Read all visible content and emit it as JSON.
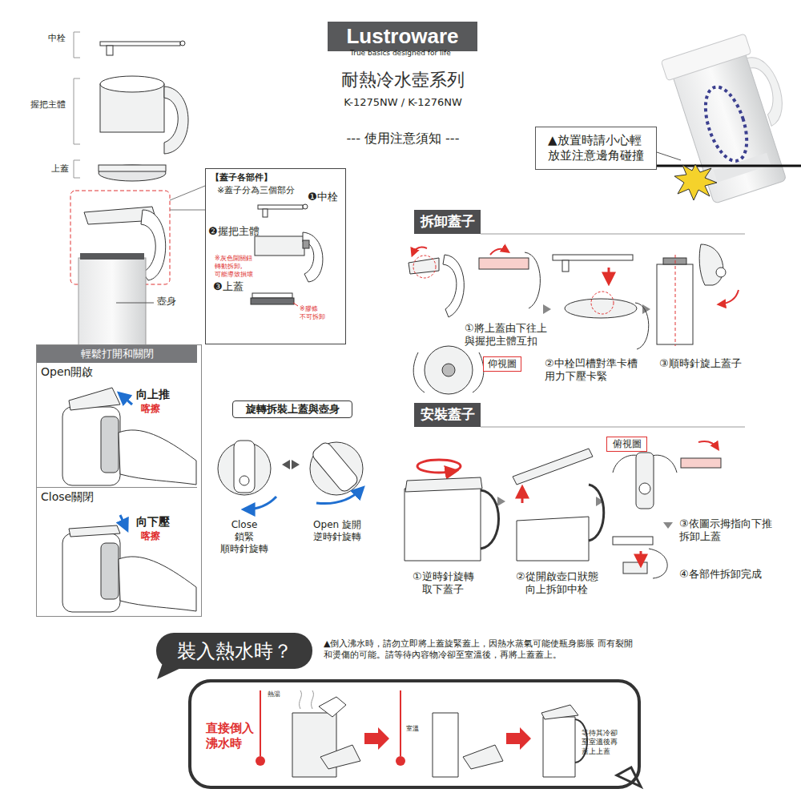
{
  "diagram": {
    "title": "耐熱冷水壺系列",
    "nodes": [
      {
        "text": [
          "Lustroware"
        ]
      },
      {
        "text": [
          "▲放置時請小心輕 放並注意邊角碰撞"
        ]
      },
      {
        "text": [
          "【蓋子各部件】",
          "※蓋子分為三個部分"
        ]
      },
      {
        "text": [
          "輕鬆打開和關閉"
        ]
      },
      {
        "text": [
          "Open開啟"
        ],
        "in": 3
      },
      {
        "text": [
          "Close關閉"
        ],
        "in": 3
      },
      {
        "text": [
          "旋轉拆裝上蓋與壺身"
        ]
      },
      {
        "text": [
          "拆卸蓋子"
        ]
      },
      {
        "text": [
          "仰視圖"
        ]
      },
      {
        "text": [
          "安裝蓋子"
        ]
      },
      {
        "text": [
          "俯視圖"
        ]
      },
      {
        "text": [
          "裝入熱水時？"
        ]
      },
      {
        "text": [
          "直接倒入 沸水時",
          "等待其冷卻 至室溫後再 蓋上上蓋"
        ]
      }
    ],
    "labels": [
      "True basics designed for life",
      "K-1275NW / K-1276NW",
      "--- 使用注意須知 ---",
      "中栓",
      "握把主體",
      "上蓋",
      "❶中栓",
      "❷握把主體",
      "※灰色開關鈕 轉動拆卸,可能導致損壞",
      "❸上蓋",
      "※膠條 不可拆卸",
      "壺身",
      "向上推",
      "喀擦",
      "向下壓",
      "喀擦",
      "Close 鎖緊 順時針旋轉",
      "Open 旋開 逆時針旋轉",
      "①將上蓋由下往上 與握把主體互扣",
      "②中栓凹槽對準卡槽 用力下壓卡緊",
      "③順時針旋上蓋子",
      "①逆時針旋轉 取下蓋子",
      "②從開啟壺口狀態 向上拆卸中栓",
      "③依圖示拇指向下推 拆卸上蓋",
      "④各部件拆卸完成",
      "▲倒入沸水時，請勿立即將上蓋旋緊蓋上，因熱水蒸氣可能使瓶身膨脹 而有裂開和燙傷的可能。請等待內容物冷卻至室溫後，再將上蓋蓋上。",
      "熱湯",
      "室溫"
    ]
  }
}
